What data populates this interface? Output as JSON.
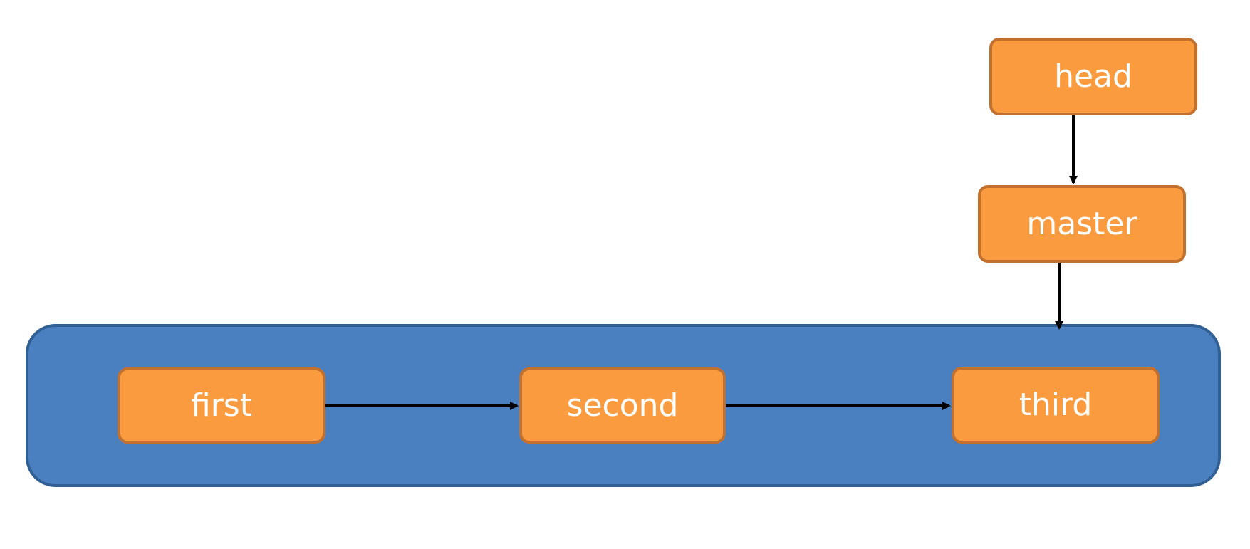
{
  "colors": {
    "node_fill": "#fb9b40",
    "node_border": "#c2702e",
    "container_fill": "#4a7fc0",
    "container_border": "#2f5f93",
    "edge": "#000000",
    "background": "#ffffff"
  },
  "nodes": {
    "head": {
      "label": "head"
    },
    "master": {
      "label": "master"
    },
    "first": {
      "label": "first"
    },
    "second": {
      "label": "second"
    },
    "third": {
      "label": "third"
    }
  },
  "edges": [
    {
      "from": "head",
      "to": "master"
    },
    {
      "from": "master",
      "to": "commit-group"
    },
    {
      "from": "first",
      "to": "second"
    },
    {
      "from": "second",
      "to": "third"
    }
  ]
}
